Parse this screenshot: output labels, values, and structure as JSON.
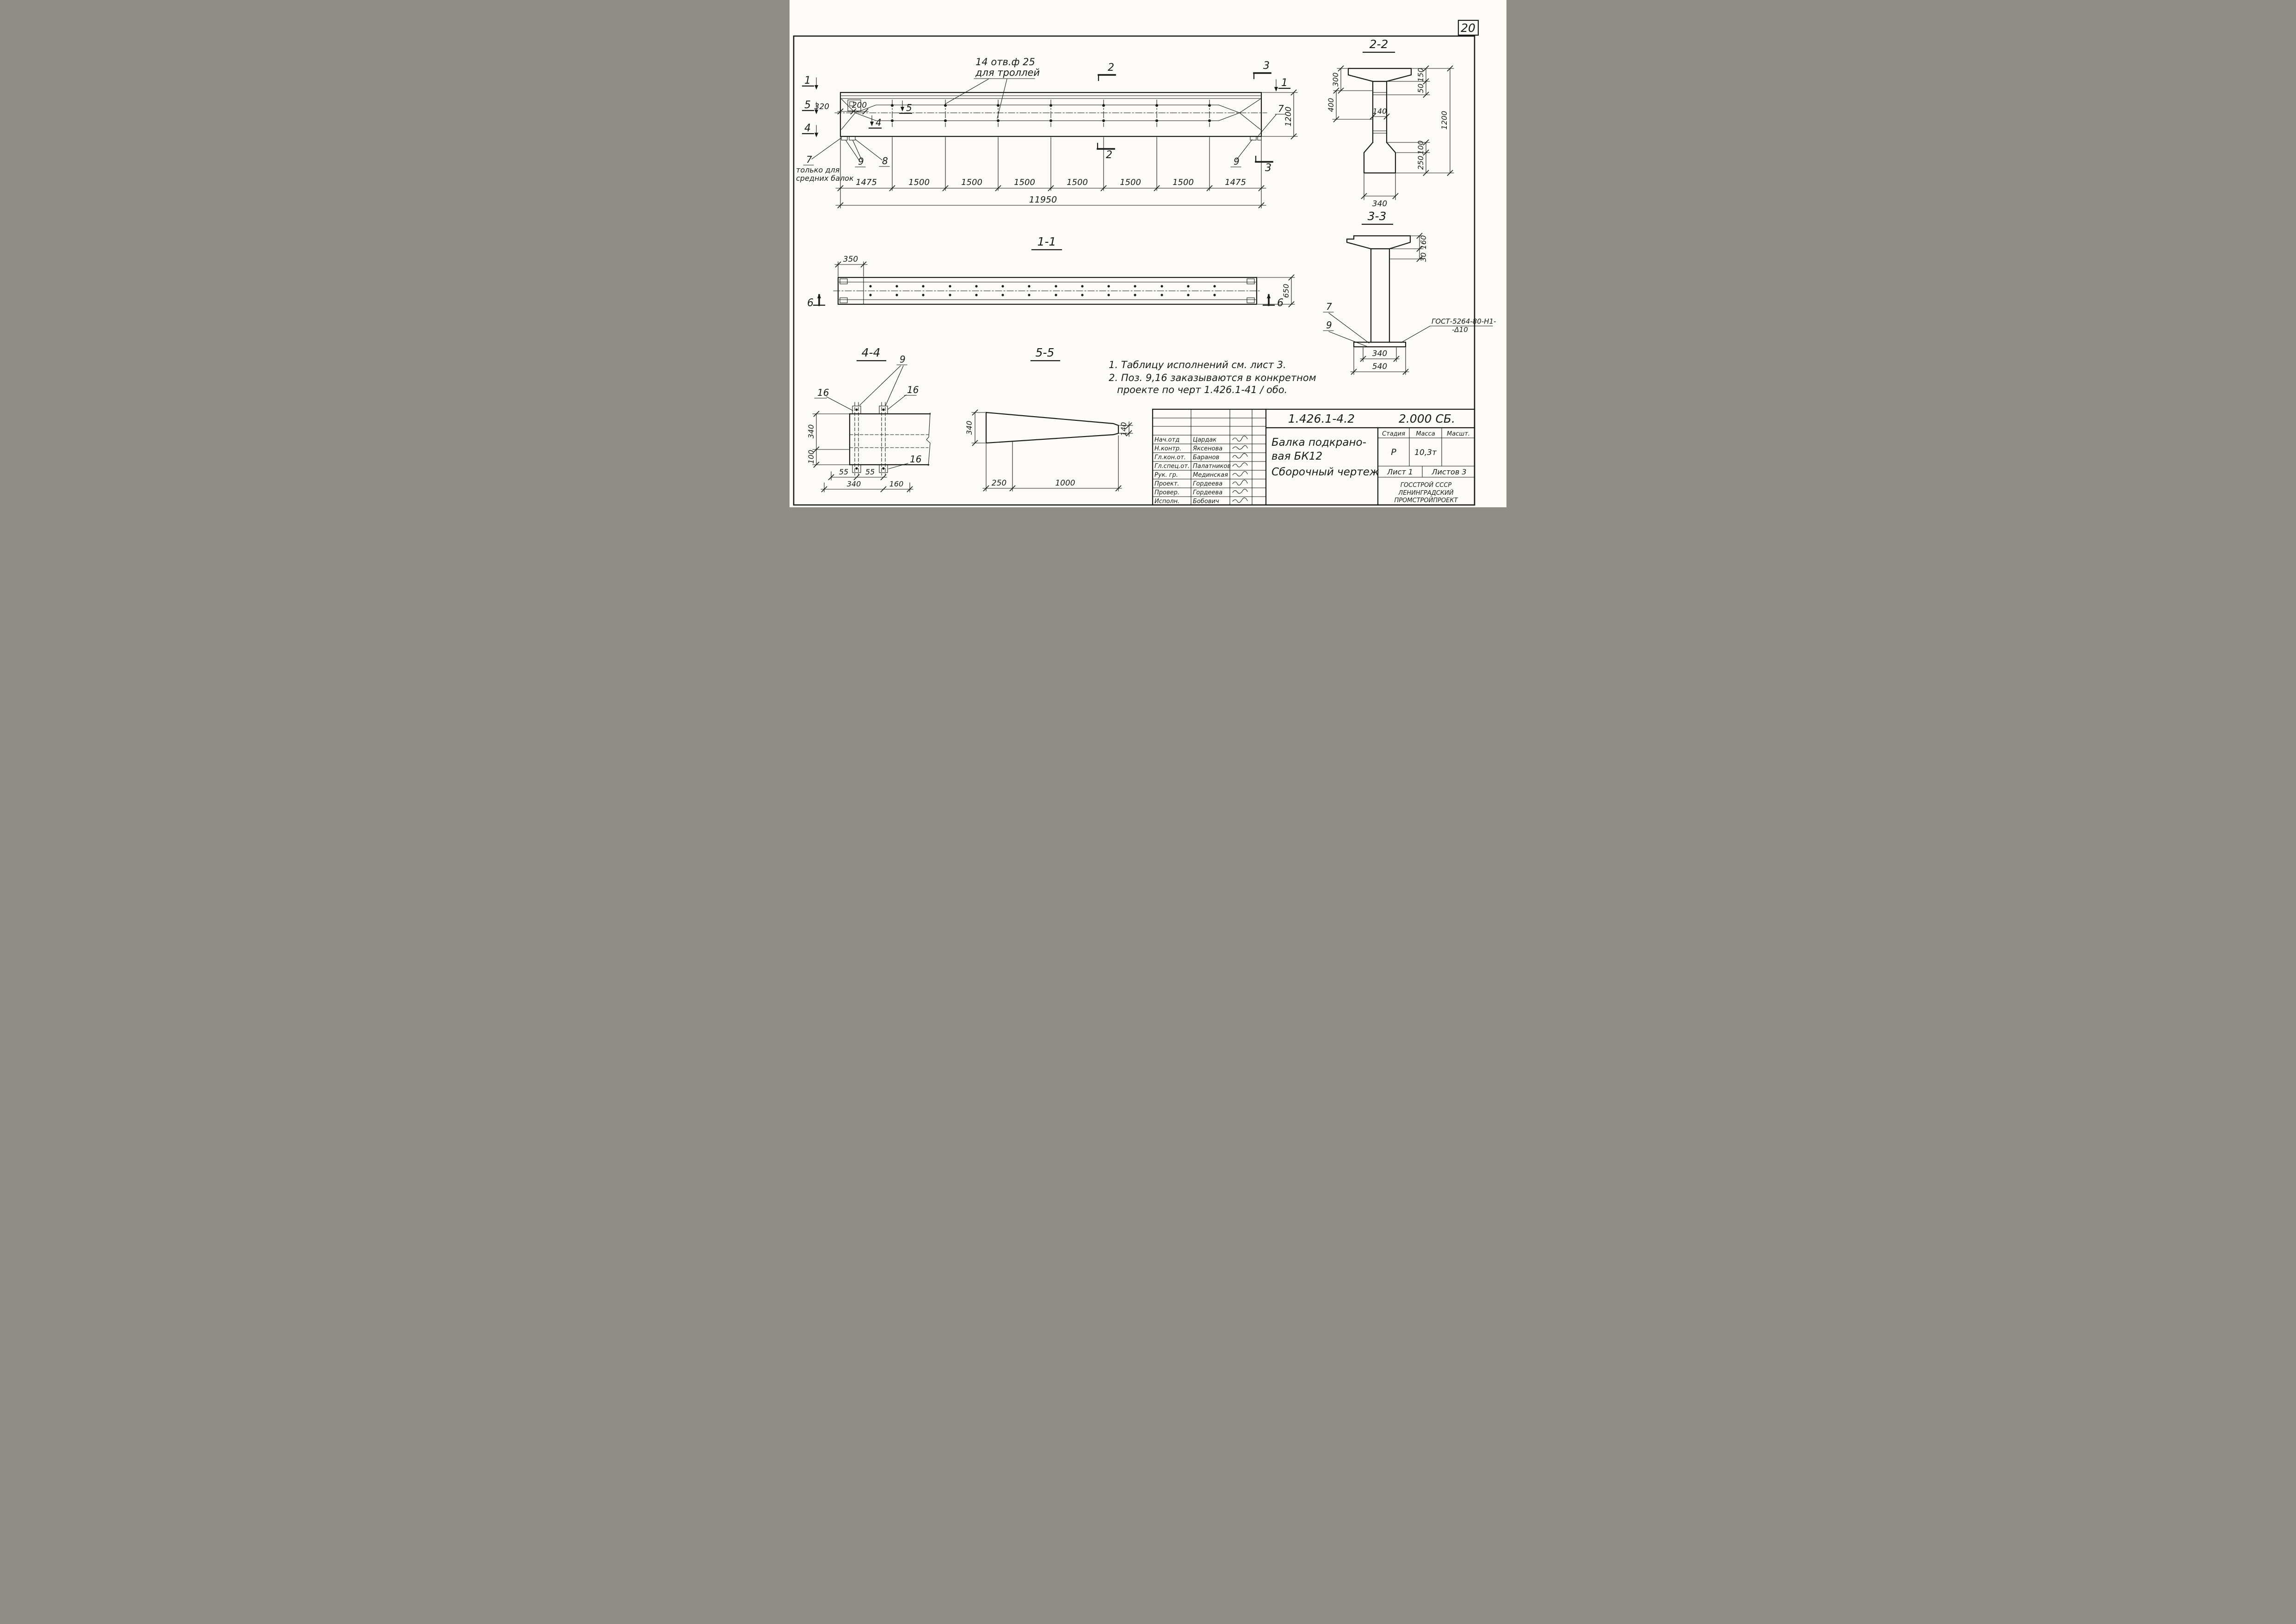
{
  "page": {
    "number": "20"
  },
  "elevation": {
    "holes_note_1": "14 отв.ф 25",
    "holes_note_2": "для троллей",
    "cut_left_1": "1",
    "cut_left_5": "5",
    "cut_left_4": "4",
    "cut_2_top": "2",
    "cut_2_bottom": "2",
    "cut_3_top": "3",
    "cut_3_bottom": "3",
    "cut_1_right": "1",
    "label_7_right": "7",
    "label_7_left": "7",
    "label_8": "8",
    "label_9_left": "9",
    "label_9_right": "9",
    "label_5_inner": "5",
    "label_4_inner": "4",
    "note_only_1": "только для",
    "note_only_2": "средних балок",
    "dim_320": "320",
    "dim_200": "200",
    "dim_1200": "1200",
    "dims": [
      "1475",
      "1500",
      "1500",
      "1500",
      "1500",
      "1500",
      "1500",
      "1475"
    ],
    "dim_total": "11950"
  },
  "section22": {
    "title": "2-2",
    "dim_300": "300",
    "dim_400": "400",
    "dim_150": "150",
    "dim_50": "50",
    "dim_140": "140",
    "dim_1200": "1200",
    "dim_100": "100",
    "dim_250": "250",
    "dim_340": "340"
  },
  "section11": {
    "title": "1-1",
    "dim_350": "350",
    "dim_650": "650",
    "cut_6_left": "6",
    "cut_6_right": "6"
  },
  "section33": {
    "title": "3-3",
    "dim_160": "160",
    "dim_30": "30",
    "label_7": "7",
    "label_9": "9",
    "gost_1": "ГОСТ-5264-80-Н1-",
    "gost_2": "-Δ10",
    "dim_340": "340",
    "dim_540": "540"
  },
  "section44": {
    "title": "4-4",
    "label_9": "9",
    "label_16_a": "16",
    "label_16_b": "16",
    "label_16_c": "16",
    "dim_340_left": "340",
    "dim_100": "100",
    "dim_55_a": "55",
    "dim_55_b": "55",
    "dim_340_bottom": "340",
    "dim_160": "160"
  },
  "section55": {
    "title": "5-5",
    "dim_340": "340",
    "dim_140": "140",
    "dim_250": "250",
    "dim_1000": "1000"
  },
  "notes": {
    "line1": "1. Таблицу исполнений  см. лист 3.",
    "line2": "2. Поз. 9,16 заказываются в конкретном",
    "line3": "проекте по черт 1.426.1-41 / обо."
  },
  "titleblock": {
    "doc_number": "1.426.1-4.2",
    "doc_code": "2.000 СБ.",
    "title_line1": "Балка подкрано-",
    "title_line2": "вая БК12",
    "title_line3": "Сборочный  чертеж",
    "col_stage": "Стадия",
    "col_mass": "Масса",
    "col_scale": "Масшт.",
    "stage": "Р",
    "mass": "10,3т",
    "scale": "",
    "sheet": "Лист 1",
    "sheets": "Листов 3",
    "org_line1": "ГОССТРОЙ СССР",
    "org_line2": "ЛЕНИНГРАДСКИЙ",
    "org_line3": "ПРОМСТРОЙПРОЕКТ",
    "rows": [
      {
        "role": "Нач.отд",
        "name": "Цардак"
      },
      {
        "role": "Н.контр.",
        "name": "Яксенова"
      },
      {
        "role": "Гл.кон.от.",
        "name": "Баранов"
      },
      {
        "role": "Гл.спец.от.",
        "name": "Палатников"
      },
      {
        "role": "Рук. гр.",
        "name": "Мединская"
      },
      {
        "role": "Проект.",
        "name": "Гордеева"
      },
      {
        "role": "Провер.",
        "name": "Гордеева"
      },
      {
        "role": "Исполн.",
        "name": "Бобович"
      }
    ]
  }
}
